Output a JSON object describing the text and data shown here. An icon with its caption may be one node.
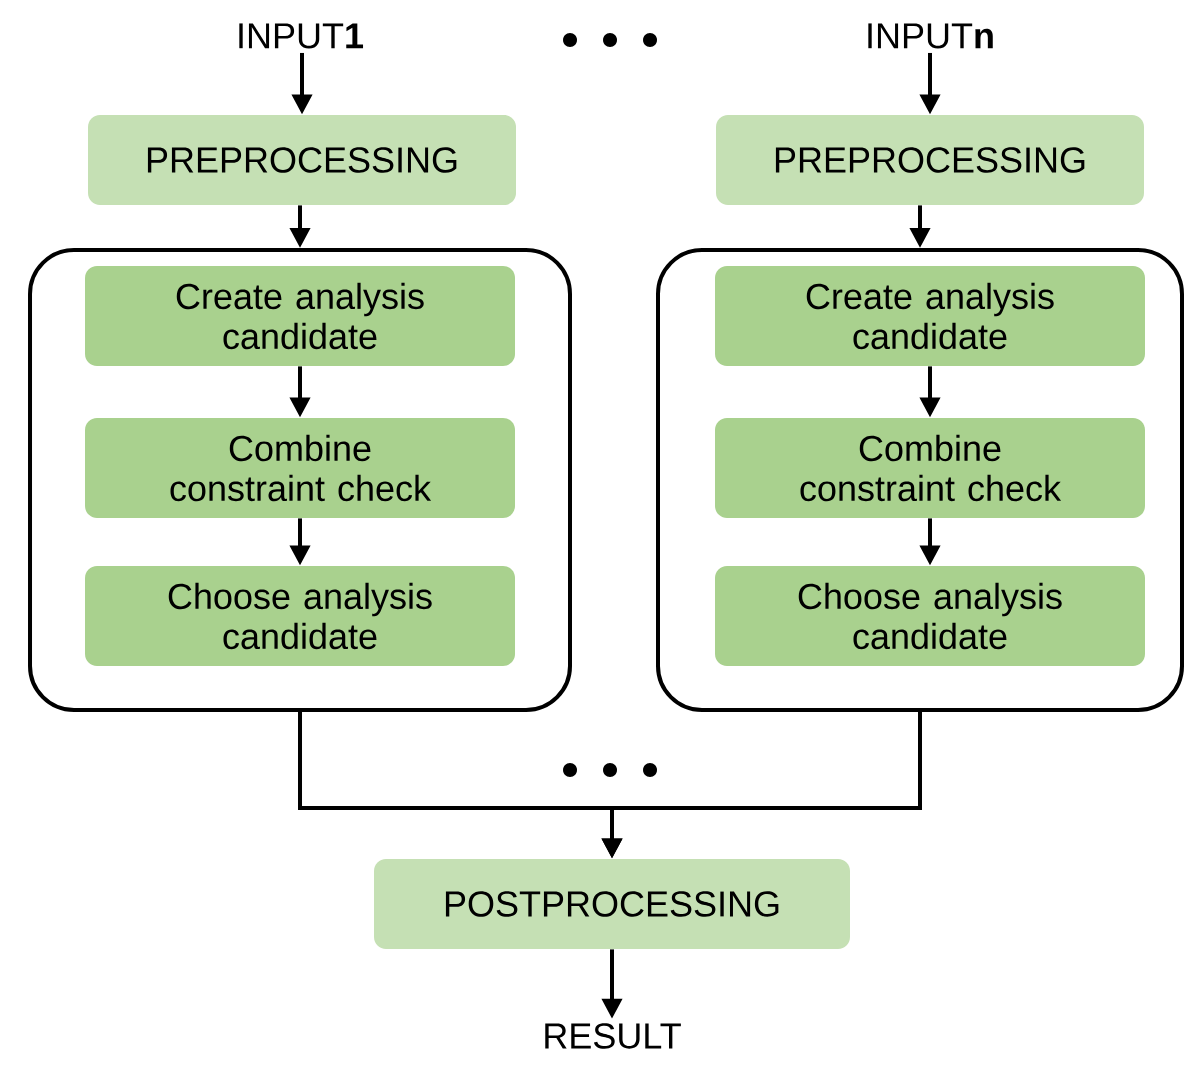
{
  "diagram": {
    "nodes": [
      {
        "text": [
          "INPUT**1**"
        ]
      },
      {
        "text": [
          "PREPROCESSING"
        ]
      },
      {
        "text": [],
        "shape": "box"
      },
      {
        "text": [
          "Create analysis candidate"
        ],
        "in": 2
      },
      {
        "text": [
          "Combine constraint check"
        ],
        "in": 2
      },
      {
        "text": [
          "Choose analysis candidate"
        ],
        "in": 2
      },
      {
        "text": [
          "INPUT**n**"
        ]
      },
      {
        "text": [
          "PREPROCESSING"
        ]
      },
      {
        "text": [],
        "shape": "box"
      },
      {
        "text": [
          "Create analysis candidate"
        ],
        "in": 8
      },
      {
        "text": [
          "Combine constraint check"
        ],
        "in": 8
      },
      {
        "text": [
          "Choose analysis candidate"
        ],
        "in": 8
      },
      {
        "text": [
          "POSTPROCESSING"
        ]
      },
      {
        "text": [
          "RESULT"
        ]
      }
    ],
    "edges": [
      {
        "from": 0,
        "to": 1,
        "arrow": "to"
      },
      {
        "from": 1,
        "to": 2,
        "arrow": "to"
      },
      {
        "from": 3,
        "to": 4,
        "arrow": "to"
      },
      {
        "from": 4,
        "to": 5,
        "arrow": "to"
      },
      {
        "from": 6,
        "to": 7,
        "arrow": "to"
      },
      {
        "from": 7,
        "to": 8,
        "arrow": "to"
      },
      {
        "from": 9,
        "to": 10,
        "arrow": "to"
      },
      {
        "from": 10,
        "to": 11,
        "arrow": "to"
      },
      {
        "from": 2,
        "to": 12,
        "arrow": "to"
      },
      {
        "from": 8,
        "to": 12,
        "arrow": "to"
      },
      {
        "from": 12,
        "to": 13,
        "arrow": "to"
      }
    ]
  }
}
